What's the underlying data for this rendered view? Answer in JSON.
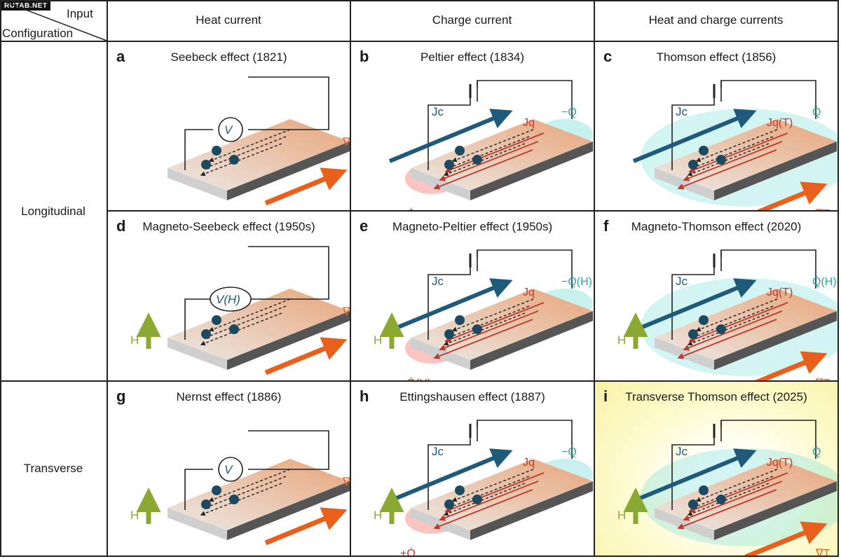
{
  "watermark": "RUTAB.NET",
  "header": {
    "input_label": "Input",
    "configuration_label": "Configuration",
    "columns": [
      "Heat current",
      "Charge current",
      "Heat and charge currents"
    ]
  },
  "rows": [
    "Longitudinal",
    "Transverse"
  ],
  "cells": [
    {
      "letter": "a",
      "title": "Seebeck effect (1821)",
      "labels": {
        "meter": "V",
        "grad": "∇T"
      }
    },
    {
      "letter": "b",
      "title": "Peltier effect (1834)",
      "labels": {
        "jc": "Jc",
        "jq": "Jq",
        "qneg": "−Q̇",
        "qpos": "+Q̇"
      }
    },
    {
      "letter": "c",
      "title": "Thomson effect (1856)",
      "labels": {
        "jc": "Jc",
        "jq": "Jq(T)",
        "q": "Q̇",
        "grad": "∇T"
      }
    },
    {
      "letter": "d",
      "title": "Magneto-Seebeck effect (1950s)",
      "labels": {
        "meter": "V(H)",
        "grad": "∇T",
        "h": "H"
      }
    },
    {
      "letter": "e",
      "title": "Magneto-Peltier effect (1950s)",
      "labels": {
        "jc": "Jc",
        "jq": "Jq",
        "qneg": "−Q̇(H)",
        "qpos": "+Q̇(H)",
        "h": "H"
      }
    },
    {
      "letter": "f",
      "title": "Magneto-Thomson effect (2020)",
      "labels": {
        "jc": "Jc",
        "jq": "Jq(T)",
        "q": "Q̇(H)",
        "grad": "∇T",
        "h": "H"
      }
    },
    {
      "letter": "g",
      "title": "Nernst effect (1886)",
      "labels": {
        "meter": "V",
        "grad": "∇T",
        "h": "H"
      }
    },
    {
      "letter": "h",
      "title": "Ettingshausen effect (1887)",
      "labels": {
        "jc": "Jc",
        "jq": "Jq",
        "qneg": "−Q̇",
        "qpos": "+Q̇",
        "h": "H"
      }
    },
    {
      "letter": "i",
      "title": "Transverse Thomson effect (2025)",
      "labels": {
        "jc": "Jc",
        "jq": "Jq(T)",
        "q": "Q̇",
        "grad": "∇T",
        "h": "H"
      }
    }
  ],
  "colors": {
    "grid": "#222222",
    "heat_arrow": "#e8601c",
    "charge_arrow": "#1f5a7a",
    "jq_arrow": "#c0392b",
    "field_arrow": "#8aa832",
    "cool_glow": "#5fd6d0",
    "hot_glow": "#f05a4a",
    "teal_text": "#2aa7a0",
    "red_text": "#c0392b",
    "highlight_bg": "#f8f2a6"
  }
}
